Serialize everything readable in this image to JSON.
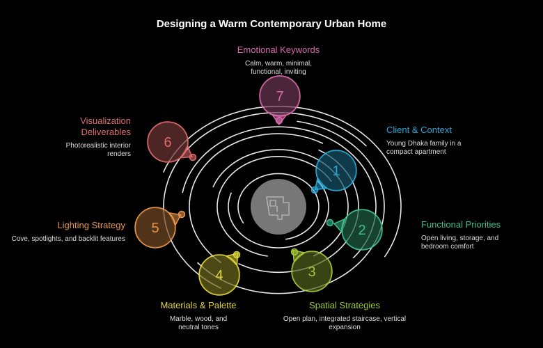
{
  "title": "Designing a Warm Contemporary Urban Home",
  "center_icon": "floor-plan-icon",
  "steps": [
    {
      "num": "1",
      "title": "Client & Context",
      "desc": "Young Dhaka family in a compact apartment",
      "color": "#2aa7d6"
    },
    {
      "num": "2",
      "title": "Functional Priorities",
      "desc": "Open living, storage, and bedroom comfort",
      "color": "#3dbf8f"
    },
    {
      "num": "3",
      "title": "Spatial Strategies",
      "desc": "Open plan, integrated staircase, vertical expansion",
      "color": "#a5c53a"
    },
    {
      "num": "4",
      "title": "Materials & Palette",
      "desc": "Marble, wood, and neutral tones",
      "color": "#e0d43a"
    },
    {
      "num": "5",
      "title": "Lighting Strategy",
      "desc": "Cove, spotlights, and backlit features",
      "color": "#e8954a"
    },
    {
      "num": "6",
      "title": "Visualization Deliverables",
      "desc": "Photorealistic interior renders",
      "color": "#e06a6a"
    },
    {
      "num": "7",
      "title": "Emotional Keywords",
      "desc": "Calm, warm, minimal, functional, inviting",
      "color": "#d86aa8"
    }
  ]
}
